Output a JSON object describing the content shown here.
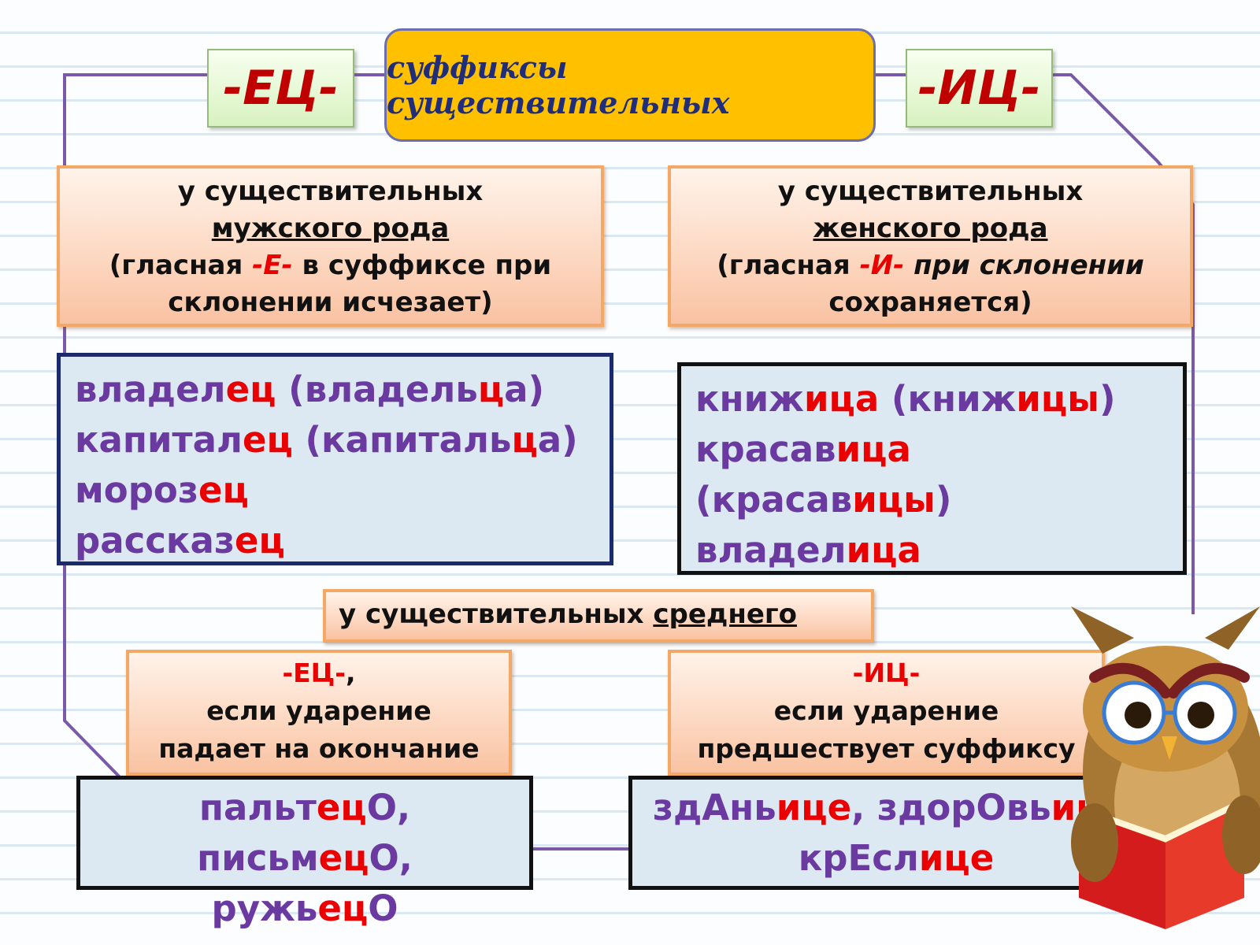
{
  "title": "суффиксы существительных",
  "left_suffix": "-ЕЦ-",
  "right_suffix": "-ИЦ-",
  "masculine": {
    "line1": "у существительных",
    "gender": "мужского рода",
    "line3_pre": "(гласная ",
    "vowel": "-Е-",
    "line3_post": " в суффиксе при",
    "line4": "склонении исчезает)"
  },
  "feminine": {
    "line1": "у существительных",
    "gender": "женского рода",
    "line3_pre": "(гласная ",
    "vowel": "-И-",
    "line3_post": " при склонении",
    "line4": "сохраняется)"
  },
  "masc_examples": [
    [
      {
        "t": "владел",
        "h": false
      },
      {
        "t": "ец",
        "h": true
      },
      {
        "t": " (владель",
        "h": false
      },
      {
        "t": "ц",
        "h": true
      },
      {
        "t": "а)",
        "h": false
      }
    ],
    [
      {
        "t": "капитал",
        "h": false
      },
      {
        "t": "ец",
        "h": true
      },
      {
        "t": " (капиталь",
        "h": false
      },
      {
        "t": "ц",
        "h": true
      },
      {
        "t": "а)",
        "h": false
      }
    ],
    [
      {
        "t": "мороз",
        "h": false
      },
      {
        "t": "ец",
        "h": true
      }
    ],
    [
      {
        "t": "рассказ",
        "h": false
      },
      {
        "t": "ец",
        "h": true
      }
    ]
  ],
  "fem_examples": [
    [
      {
        "t": "книж",
        "h": false
      },
      {
        "t": "ица",
        "h": true
      },
      {
        "t": " (книж",
        "h": false
      },
      {
        "t": "ицы",
        "h": true
      },
      {
        "t": ")",
        "h": false
      }
    ],
    [
      {
        "t": "красав",
        "h": false
      },
      {
        "t": "ица",
        "h": true
      }
    ],
    [
      {
        "t": "(красав",
        "h": false
      },
      {
        "t": "ицы",
        "h": true
      },
      {
        "t": ")",
        "h": false
      }
    ],
    [
      {
        "t": "владел",
        "h": false
      },
      {
        "t": "ица",
        "h": true
      }
    ]
  ],
  "neuter": {
    "prefix": "у существительных ",
    "gender": "среднего"
  },
  "neuter_ec": {
    "suffix": "-ЕЦ-",
    "comma": ",",
    "line2": "если ударение",
    "line3": "падает на окончание"
  },
  "neuter_ic": {
    "suffix": "-ИЦ-",
    "line2": "если ударение",
    "line3": "предшествует суффиксу"
  },
  "neuter_ec_examples": [
    [
      {
        "t": "пальт",
        "h": false
      },
      {
        "t": "ец",
        "h": true
      },
      {
        "t": "О,",
        "h": false
      }
    ],
    [
      {
        "t": "письм",
        "h": false
      },
      {
        "t": "ец",
        "h": true
      },
      {
        "t": "О,",
        "h": false
      }
    ],
    [
      {
        "t": "ружь",
        "h": false
      },
      {
        "t": "ец",
        "h": true
      },
      {
        "t": "О",
        "h": false
      }
    ]
  ],
  "neuter_ic_examples": [
    [
      {
        "t": "здАнь",
        "h": false
      },
      {
        "t": "ице",
        "h": true
      },
      {
        "t": ", здорОвь",
        "h": false
      },
      {
        "t": "ице",
        "h": true
      },
      {
        "t": ",",
        "h": false
      }
    ],
    [
      {
        "t": "крЕсл",
        "h": false
      },
      {
        "t": "ице",
        "h": true
      }
    ]
  ],
  "colors": {
    "highlight": "#ea0000",
    "example_text": "#6a3aa0",
    "title_bg": "#ffc000",
    "connector": "#7a5aa8"
  },
  "icons": [
    "owl-icon"
  ]
}
